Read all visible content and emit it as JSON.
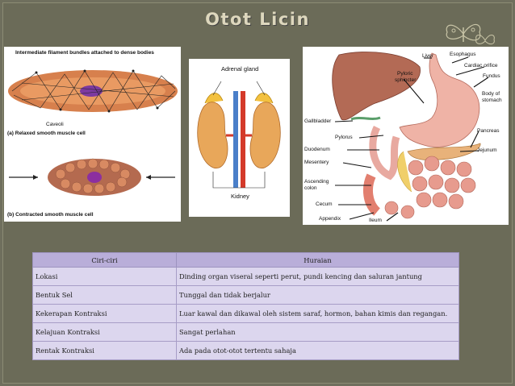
{
  "slide": {
    "title": "Otot Licin"
  },
  "figure_muscle": {
    "top_caption": "Intermediate filament bundles attached to dense bodies",
    "caveoli_label": "Caveoli",
    "relaxed_caption": "(a) Relaxed smooth muscle cell",
    "contracted_caption": "(b) Contracted smooth muscle cell"
  },
  "figure_kidney": {
    "adrenal_label": "Adrenal gland",
    "kidney_label": "Kidney"
  },
  "figure_digestive": {
    "labels": {
      "liver": "Liver",
      "esophagus": "Esophagus",
      "cardiac": "Cardiac orifice",
      "fundus": "Fundus",
      "pyloric": "Pyloric",
      "sphincter": "sphincter",
      "body": "Body of",
      "stomach": "stomach",
      "gallbladder": "Gallbladder",
      "pylorus": "Pylorus",
      "pancreas": "Pancreas",
      "duodenum": "Duodenum",
      "jejunum": "Jejunum",
      "mesentery": "Mesentery",
      "ascending": "Ascending",
      "colon": "colon",
      "cecum": "Cecum",
      "appendix": "Appendix",
      "ileum": "Ileum"
    }
  },
  "table": {
    "headers": [
      "Ciri-ciri",
      "Huraian"
    ],
    "rows": [
      {
        "label": "Lokasi",
        "value": "Dinding organ viseral seperti perut, pundi kencing dan saluran jantung"
      },
      {
        "label": "Bentuk Sel",
        "value": "Tunggal dan tidak berjalur"
      },
      {
        "label": "Kekerapan Kontraksi",
        "value": "Luar kawal dan dikawal oleh sistem saraf, hormon, bahan kimis dan regangan."
      },
      {
        "label": "Kelajuan Kontraksi",
        "value": "Sangat perlahan"
      },
      {
        "label": "Rentak Kontraksi",
        "value": "Ada pada otot-otot tertentu sahaja"
      }
    ]
  },
  "colors": {
    "background": "#6f6f5d",
    "title": "#ddd7bd",
    "table_header": "#b9aed9",
    "table_cell": "#dcd6ee"
  }
}
